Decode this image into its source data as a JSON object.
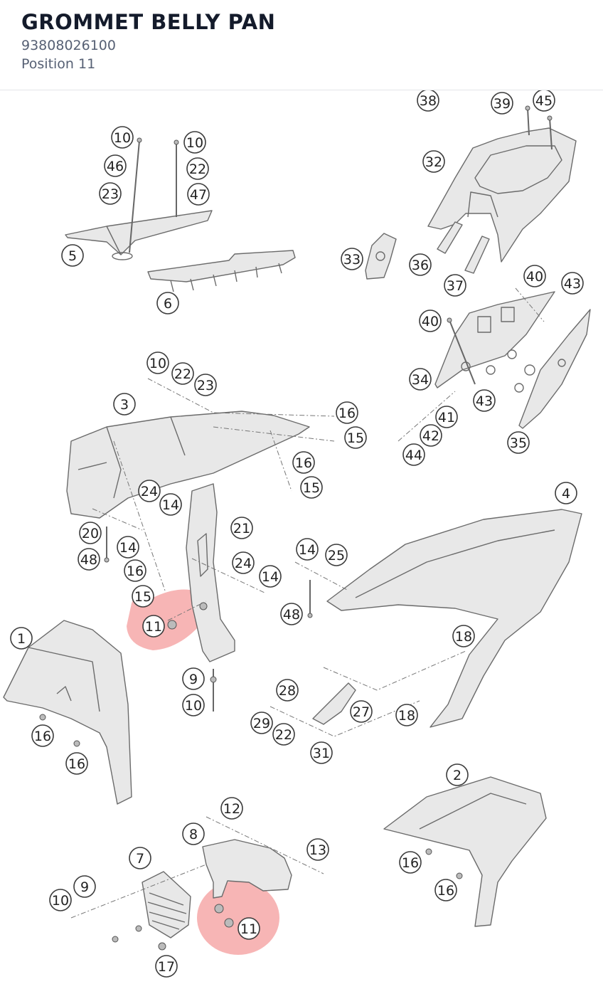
{
  "header": {
    "title": "GROMMET BELLY PAN",
    "part_number": "93808026100",
    "position": "Position 11"
  },
  "diagram": {
    "highlight_color": "#f07878",
    "highlighted_callout": "11",
    "callouts": [
      {
        "id": "c38",
        "label": "38"
      },
      {
        "id": "c39",
        "label": "39"
      },
      {
        "id": "c45",
        "label": "45"
      },
      {
        "id": "c32",
        "label": "32"
      },
      {
        "id": "c10a",
        "label": "10"
      },
      {
        "id": "c46",
        "label": "46"
      },
      {
        "id": "c23a",
        "label": "23"
      },
      {
        "id": "c10b",
        "label": "10"
      },
      {
        "id": "c22a",
        "label": "22"
      },
      {
        "id": "c47",
        "label": "47"
      },
      {
        "id": "c5",
        "label": "5"
      },
      {
        "id": "c6",
        "label": "6"
      },
      {
        "id": "c33",
        "label": "33"
      },
      {
        "id": "c36",
        "label": "36"
      },
      {
        "id": "c37",
        "label": "37"
      },
      {
        "id": "c40a",
        "label": "40"
      },
      {
        "id": "c43a",
        "label": "43"
      },
      {
        "id": "c40b",
        "label": "40"
      },
      {
        "id": "c34",
        "label": "34"
      },
      {
        "id": "c43b",
        "label": "43"
      },
      {
        "id": "c41",
        "label": "41"
      },
      {
        "id": "c42",
        "label": "42"
      },
      {
        "id": "c44",
        "label": "44"
      },
      {
        "id": "c35",
        "label": "35"
      },
      {
        "id": "c10c",
        "label": "10"
      },
      {
        "id": "c22b",
        "label": "22"
      },
      {
        "id": "c23b",
        "label": "23"
      },
      {
        "id": "c3",
        "label": "3"
      },
      {
        "id": "c16a",
        "label": "16"
      },
      {
        "id": "c15a",
        "label": "15"
      },
      {
        "id": "c16b",
        "label": "16"
      },
      {
        "id": "c15b",
        "label": "15"
      },
      {
        "id": "c24a",
        "label": "24"
      },
      {
        "id": "c14a",
        "label": "14"
      },
      {
        "id": "c21",
        "label": "21"
      },
      {
        "id": "c4",
        "label": "4"
      },
      {
        "id": "c20",
        "label": "20"
      },
      {
        "id": "c48a",
        "label": "48"
      },
      {
        "id": "c14b",
        "label": "14"
      },
      {
        "id": "c16c",
        "label": "16"
      },
      {
        "id": "c24b",
        "label": "24"
      },
      {
        "id": "c14c",
        "label": "14"
      },
      {
        "id": "c14d",
        "label": "14"
      },
      {
        "id": "c25",
        "label": "25"
      },
      {
        "id": "c15c",
        "label": "15"
      },
      {
        "id": "c11a",
        "label": "11"
      },
      {
        "id": "c48b",
        "label": "48"
      },
      {
        "id": "c1",
        "label": "1"
      },
      {
        "id": "c18a",
        "label": "18"
      },
      {
        "id": "c9a",
        "label": "9"
      },
      {
        "id": "c10d",
        "label": "10"
      },
      {
        "id": "c28",
        "label": "28"
      },
      {
        "id": "c27",
        "label": "27"
      },
      {
        "id": "c18b",
        "label": "18"
      },
      {
        "id": "c29",
        "label": "29"
      },
      {
        "id": "c22c",
        "label": "22"
      },
      {
        "id": "c16d",
        "label": "16"
      },
      {
        "id": "c16e",
        "label": "16"
      },
      {
        "id": "c31",
        "label": "31"
      },
      {
        "id": "c2",
        "label": "2"
      },
      {
        "id": "c12",
        "label": "12"
      },
      {
        "id": "c8",
        "label": "8"
      },
      {
        "id": "c13",
        "label": "13"
      },
      {
        "id": "c7",
        "label": "7"
      },
      {
        "id": "c16f",
        "label": "16"
      },
      {
        "id": "c9b",
        "label": "9"
      },
      {
        "id": "c10e",
        "label": "10"
      },
      {
        "id": "c16g",
        "label": "16"
      },
      {
        "id": "c11b",
        "label": "11"
      },
      {
        "id": "c17",
        "label": "17"
      }
    ]
  }
}
